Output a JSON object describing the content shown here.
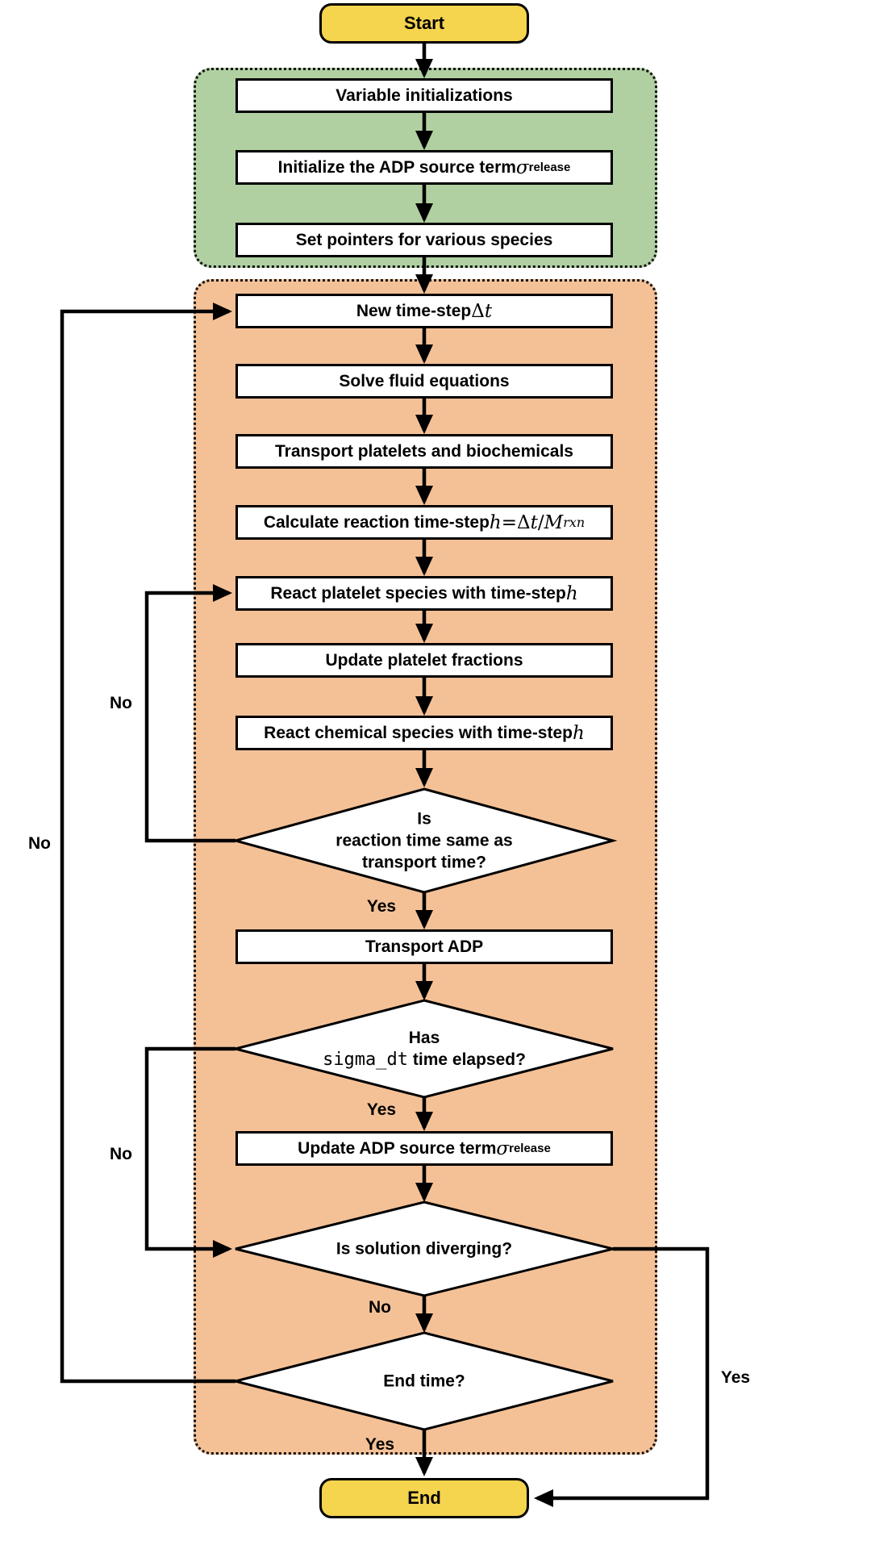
{
  "colors": {
    "terminal_fill": "#f5d44e",
    "init_phase_fill": "#b1d0a2",
    "loop_phase_fill": "#f4c197",
    "node_fill": "#ffffff",
    "line": "#000000"
  },
  "flow": {
    "terminals": {
      "start": "Start",
      "end": "End"
    },
    "nodes": {
      "var_init": [
        {
          "t": "Variable initializations"
        }
      ],
      "init_adp": [
        {
          "t": "Initialize the ADP source term "
        },
        {
          "t": "σ",
          "s": "mi"
        },
        {
          "t": "release",
          "s": "sub"
        }
      ],
      "set_pointers": [
        {
          "t": "Set pointers for various species"
        }
      ],
      "new_ts": [
        {
          "t": "New time-step "
        },
        {
          "t": "Δ",
          "s": "up"
        },
        {
          "t": "t",
          "s": "mi"
        }
      ],
      "solve_fluid": [
        {
          "t": "Solve fluid equations"
        }
      ],
      "transport_pb": [
        {
          "t": "Transport platelets and biochemicals"
        }
      ],
      "calc_rxn": [
        {
          "t": "Calculate reaction time-step "
        },
        {
          "t": "h",
          "s": "mi"
        },
        {
          "t": " = ",
          "s": "up"
        },
        {
          "t": "Δ",
          "s": "up"
        },
        {
          "t": "t",
          "s": "mi"
        },
        {
          "t": "/",
          "s": "up"
        },
        {
          "t": "M",
          "s": "mi"
        },
        {
          "t": "rxn",
          "s": "subi"
        }
      ],
      "react_platelet": [
        {
          "t": "React platelet species with time-step "
        },
        {
          "t": "h",
          "s": "mi"
        }
      ],
      "update_frac": [
        {
          "t": "Update platelet fractions"
        }
      ],
      "react_chem": [
        {
          "t": "React chemical species with time-step "
        },
        {
          "t": "h",
          "s": "mi"
        }
      ],
      "transport_adp": [
        {
          "t": "Transport ADP"
        }
      ],
      "update_adp": [
        {
          "t": "Update ADP source term "
        },
        {
          "t": "σ",
          "s": "mi"
        },
        {
          "t": "release",
          "s": "sub"
        }
      ]
    },
    "decisions": {
      "rxn_time": {
        "lines": [
          [
            {
              "t": "Is"
            }
          ],
          [
            {
              "t": "reaction time same as"
            }
          ],
          [
            {
              "t": "transport time?"
            }
          ]
        ]
      },
      "sigma_elapsed": {
        "lines": [
          [
            {
              "t": "Has"
            }
          ],
          [
            {
              "t": "sigma_dt",
              "s": "mono"
            },
            {
              "t": " time elapsed?"
            }
          ]
        ]
      },
      "diverging": {
        "lines": [
          [
            {
              "t": "Is solution diverging?"
            }
          ]
        ]
      },
      "end_time": {
        "lines": [
          [
            {
              "t": "End time?"
            }
          ]
        ]
      }
    },
    "edge_labels": {
      "yes_rxn_time": "Yes",
      "yes_sigma": "Yes",
      "no_diverging": "No",
      "yes_end_time": "Yes",
      "no_rxn_loop": "No",
      "no_sigma_skip": "No",
      "no_end_loop": "No",
      "yes_diverging": "Yes"
    }
  }
}
